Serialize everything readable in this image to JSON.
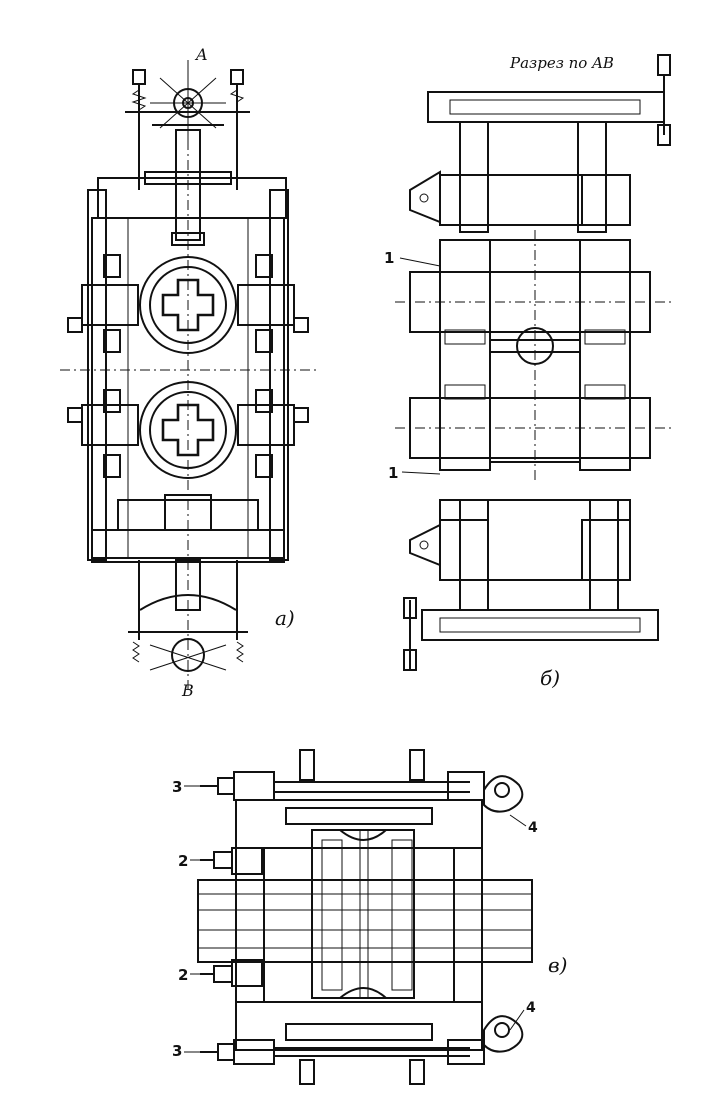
{
  "labels": {
    "section_title": "Разрез по AB",
    "point_a": "A",
    "point_b": "B",
    "view_a": "а)",
    "view_b": "б)",
    "view_c": "в)",
    "callout_1_top": "1",
    "callout_1_bottom": "1",
    "callout_2_top": "2",
    "callout_2_bottom": "2",
    "callout_3_top": "3",
    "callout_3_bottom": "3",
    "callout_4_top": "4",
    "callout_4_bottom": "4"
  }
}
